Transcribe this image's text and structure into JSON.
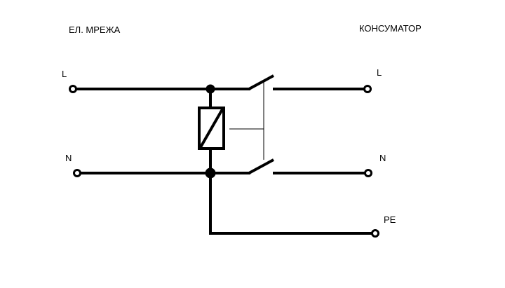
{
  "labels": {
    "grid_title": "ЕЛ. МРЕЖА",
    "consumer_title": "КОНСУМАТОР",
    "grid_l": "L",
    "grid_n": "N",
    "consumer_l": "L",
    "consumer_n": "N",
    "consumer_pe": "PE"
  },
  "colors": {
    "wire": "#000000",
    "background": "#ffffff",
    "text": "#000000"
  },
  "components": {
    "coil": "relay-coil-icon",
    "switch_l": "contact-switch-l-icon",
    "switch_n": "contact-switch-n-icon",
    "junction": "junction-dot-icon",
    "terminal": "terminal-ring-icon"
  }
}
